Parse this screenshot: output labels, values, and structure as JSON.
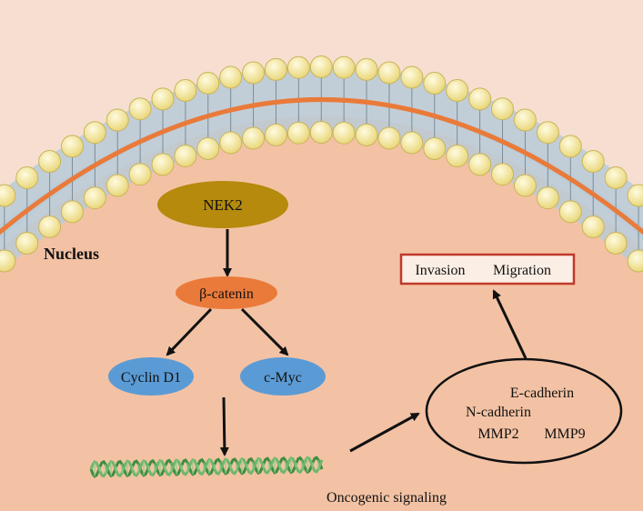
{
  "labels": {
    "nucleus": "Nucleus",
    "nek2": "NEK2",
    "beta_catenin": "β-catenin",
    "cyclin_d1": "Cyclin D1",
    "c_myc": "c-Myc",
    "outcome_invasion": "Invasion",
    "outcome_migration": "Migration",
    "marker_e_cadherin": "E-cadherin",
    "marker_n_cadherin": "N-cadherin",
    "marker_mmp2": "MMP2",
    "marker_mmp9": "MMP9",
    "caption": "Oncogenic signaling"
  },
  "colors": {
    "background": "#f6dfd0",
    "nucleus_fill": "#f3c2a4",
    "membrane_line": "#ea7a3a",
    "lipid_head": "#fbf0b0",
    "lipid_tail_band": "#b9cbd8",
    "nek2": "#b58a0d",
    "beta_catenin": "#ea7a3a",
    "cyclin_d1": "#5b9bd5",
    "c_myc": "#5b9bd5",
    "outcome_box_border": "#c0392b",
    "dna": "#3f8d3f"
  },
  "edges": [
    {
      "from": "NEK2",
      "to": "β-catenin"
    },
    {
      "from": "β-catenin",
      "to": "Cyclin D1"
    },
    {
      "from": "β-catenin",
      "to": "c-Myc"
    },
    {
      "from": "Cyclin D1",
      "to": "DNA"
    },
    {
      "from": "DNA",
      "to": "markers"
    },
    {
      "from": "markers",
      "to": "Invasion Migration"
    }
  ]
}
